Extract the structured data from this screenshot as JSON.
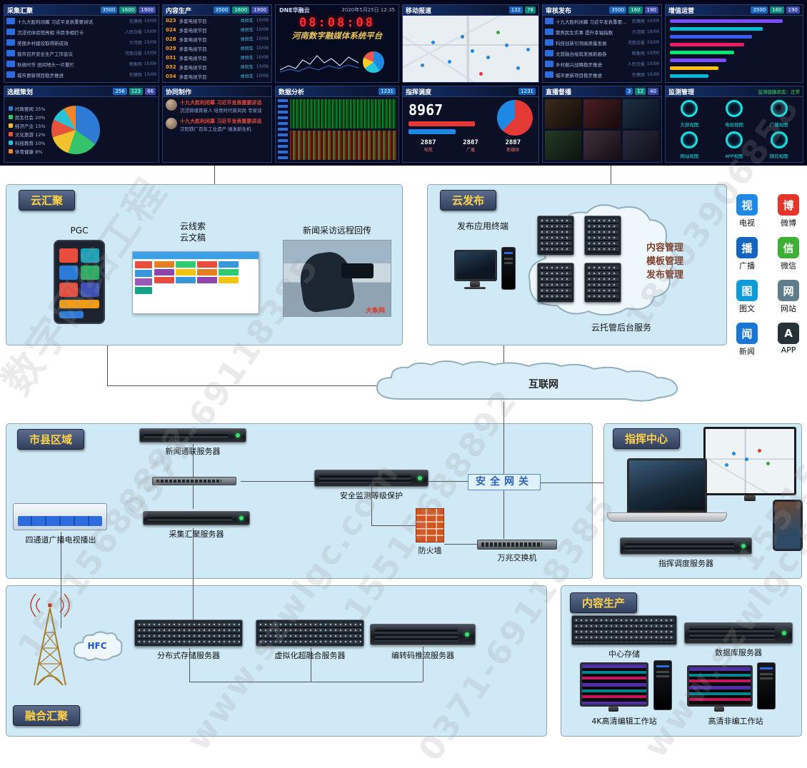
{
  "watermarks": [
    "数字网络工程",
    "15515688892",
    "0371-69118385",
    "www.szwlgc.com",
    "15515688892",
    "0371-69118385",
    "18903906858",
    "www.szwlgc.com",
    "15515688892"
  ],
  "dashboard": {
    "panels": {
      "collect": {
        "title": "采集汇聚",
        "badges": [
          "3500",
          "1600",
          "1900"
        ],
        "items": [
          {
            "text": "十九大胜利闭幕 习近平发表重要讲话",
            "source": "先锋网",
            "time": "10/09"
          },
          {
            "text": "沉浸式体验馆亮相 市民争相打卡",
            "source": "人民日报",
            "time": "10/09"
          },
          {
            "text": "美丽乡村建设取得新成效",
            "source": "大河网",
            "time": "10/09"
          },
          {
            "text": "我市召开安全生产工作会议",
            "source": "河南日报",
            "time": "10/09"
          },
          {
            "text": "秋收时节 田间地头一片繁忙",
            "source": "映象网",
            "time": "10/09"
          },
          {
            "text": "城市更新项目稳步推进",
            "source": "先锋网",
            "time": "10/09"
          }
        ]
      },
      "produce": {
        "title": "内容生产",
        "badges": [
          "3500",
          "1600",
          "1900"
        ],
        "items": [
          {
            "code": "023",
            "text": "多套电视节目",
            "status": "体验车",
            "time": "10/09"
          },
          {
            "code": "024",
            "text": "多套电视节目",
            "status": "体验车",
            "time": "10/09"
          },
          {
            "code": "028",
            "text": "多套电视节目",
            "status": "体验车",
            "time": "10/09"
          },
          {
            "code": "029",
            "text": "多套电视节目",
            "status": "体验车",
            "time": "10/09"
          },
          {
            "code": "031",
            "text": "多套电视节目",
            "status": "体验车",
            "time": "10/09"
          },
          {
            "code": "032",
            "text": "多套电视节目",
            "status": "体验车",
            "time": "10/09"
          },
          {
            "code": "034",
            "text": "多套电视节目",
            "status": "体验车",
            "time": "10/09"
          }
        ]
      },
      "center": {
        "brand": "DNE华融云",
        "date": "2020年5月25日 12:35",
        "clock": "08:08:08",
        "platform": "河南数字融媒体系统平台"
      },
      "mobile": {
        "title": "移动报道",
        "badges": [
          "132",
          "78"
        ]
      },
      "review": {
        "title": "审核发布",
        "badges": [
          "3500",
          "160",
          "190"
        ],
        "items": [
          {
            "text": "十九大胜利闭幕 习近平发表重要讲话",
            "source": "先锋网",
            "time": "10/09"
          },
          {
            "text": "聚焦民生实事 提升幸福指数",
            "source": "大河网",
            "time": "10/09"
          },
          {
            "text": "科技创新引领高质量发展",
            "source": "河南日报",
            "time": "10/09"
          },
          {
            "text": "文旅融合绘就发展新画卷",
            "source": "映象网",
            "time": "10/09"
          },
          {
            "text": "乡村振兴战略稳步推进",
            "source": "人民日报",
            "time": "10/09"
          },
          {
            "text": "城市更新项目稳步推进",
            "source": "先锋网",
            "time": "10/09"
          }
        ]
      },
      "ops": {
        "title": "增值运营",
        "badges": [
          "3500",
          "160",
          "190"
        ],
        "bars": [
          {
            "v": 88,
            "c": "#7c4dff"
          },
          {
            "v": 72,
            "c": "#00bcd4"
          },
          {
            "v": 64,
            "c": "#3d5afe"
          },
          {
            "v": 58,
            "c": "#e91e63"
          },
          {
            "v": 50,
            "c": "#00e676"
          },
          {
            "v": 44,
            "c": "#7c4dff"
          },
          {
            "v": 38,
            "c": "#ffc107"
          },
          {
            "v": 30,
            "c": "#00bcd4"
          }
        ]
      }
    },
    "row2": {
      "topic": {
        "title": "选题策划",
        "badges": [
          "256",
          "123",
          "66"
        ],
        "pie": [
          {
            "label": "时政要闻",
            "value": 35,
            "color": "#2e7bd6"
          },
          {
            "label": "民生社会",
            "value": 20,
            "color": "#35c46a"
          },
          {
            "label": "经济产业",
            "value": 15,
            "color": "#f2c22e"
          },
          {
            "label": "文化旅游",
            "value": 12,
            "color": "#e5533d"
          },
          {
            "label": "科技教育",
            "value": 10,
            "color": "#27c3d4"
          },
          {
            "label": "体育健康",
            "value": 8,
            "color": "#f2842e"
          }
        ]
      },
      "collab": {
        "title": "协同制作",
        "items": [
          {
            "title": "十九大胜利闭幕 习近平发表重要讲话",
            "sub": "沉浸铸魂育新人 培育时代新风尚 专家谈"
          },
          {
            "title": "十九大胜利闭幕 习近平发表重要讲话",
            "sub": "汉阳铁厂百年工业遗产 焕发新生机"
          }
        ]
      },
      "analysis": {
        "title": "数据分析",
        "badges": [
          "1231"
        ]
      },
      "dispatch": {
        "title": "指挥调度",
        "badges": [
          "1231"
        ],
        "big": "8967",
        "stats": [
          {
            "n": "2887",
            "l": "电视"
          },
          {
            "n": "2887",
            "l": "广播"
          },
          {
            "n": "2887",
            "l": "新媒体"
          }
        ]
      },
      "live": {
        "title": "直播督播",
        "badges": [
          "3",
          "12",
          "40"
        ],
        "colors": [
          [
            "#3a2b1e",
            "#120d08"
          ],
          [
            "#4a1f24",
            "#16090b"
          ],
          [
            "#1e2f44",
            "#0a121d"
          ],
          [
            "#233a25",
            "#0c140d"
          ],
          [
            "#40303c",
            "#140f13"
          ],
          [
            "#2b2b40",
            "#0e0e18"
          ]
        ]
      },
      "monitor": {
        "title": "监测管理",
        "status": "监测链路状态：正常",
        "gauges": [
          {
            "label": "大屏视图"
          },
          {
            "label": "电视视图"
          },
          {
            "label": "广播视图"
          },
          {
            "label": "网站视图"
          },
          {
            "label": "APP视图"
          },
          {
            "label": "微信视图"
          }
        ]
      }
    }
  },
  "cloud_agg": {
    "title": "云汇聚",
    "pgc_label": "PGC",
    "clue_label": "云线索",
    "doc_label": "云文稿",
    "remote_label": "新闻采访远程回传",
    "photo_caption": "大象网"
  },
  "cloud_pub": {
    "title": "云发布",
    "terminal_label": "发布应用终端",
    "mgmt": [
      "内容管理",
      "模板管理",
      "发布管理"
    ],
    "hosting": "云托管后台服务",
    "channels": [
      {
        "label": "电视",
        "char": "视",
        "color": "#1e88e5"
      },
      {
        "label": "微博",
        "char": "博",
        "color": "#e5352b"
      },
      {
        "label": "广播",
        "char": "播",
        "color": "#1565c0"
      },
      {
        "label": "微信",
        "char": "信",
        "color": "#3cb034"
      },
      {
        "label": "图文",
        "char": "图",
        "color": "#0d9bd8"
      },
      {
        "label": "网站",
        "char": "网",
        "color": "#607d8b"
      },
      {
        "label": "新闻",
        "char": "闻",
        "color": "#1976d2"
      },
      {
        "label": "APP",
        "char": "A",
        "color": "#263238"
      }
    ]
  },
  "internet": {
    "label": "互联网"
  },
  "city": {
    "title": "市县区域",
    "news_server": "新闻通联服务器",
    "collect_server": "采集汇聚服务器",
    "broadcast": "四通道广播电视播出",
    "security_server": "安全监测等级保护",
    "firewall": "防火墙",
    "switch10g": "万兆交换机",
    "gateway": "安全网关"
  },
  "command": {
    "title": "指挥中心",
    "server": "指挥调度服务器"
  },
  "fusion": {
    "title": "融合汇聚",
    "hfc": "HFC",
    "storage": "分布式存储服务器",
    "hyper": "虚拟化超融合服务器",
    "transcode": "编转码推流服务器"
  },
  "production": {
    "title": "内容生产",
    "central": "中心存储",
    "db": "数据库服务器",
    "edit4k": "4K高清编辑工作站",
    "hd": "高清非编工作站"
  }
}
